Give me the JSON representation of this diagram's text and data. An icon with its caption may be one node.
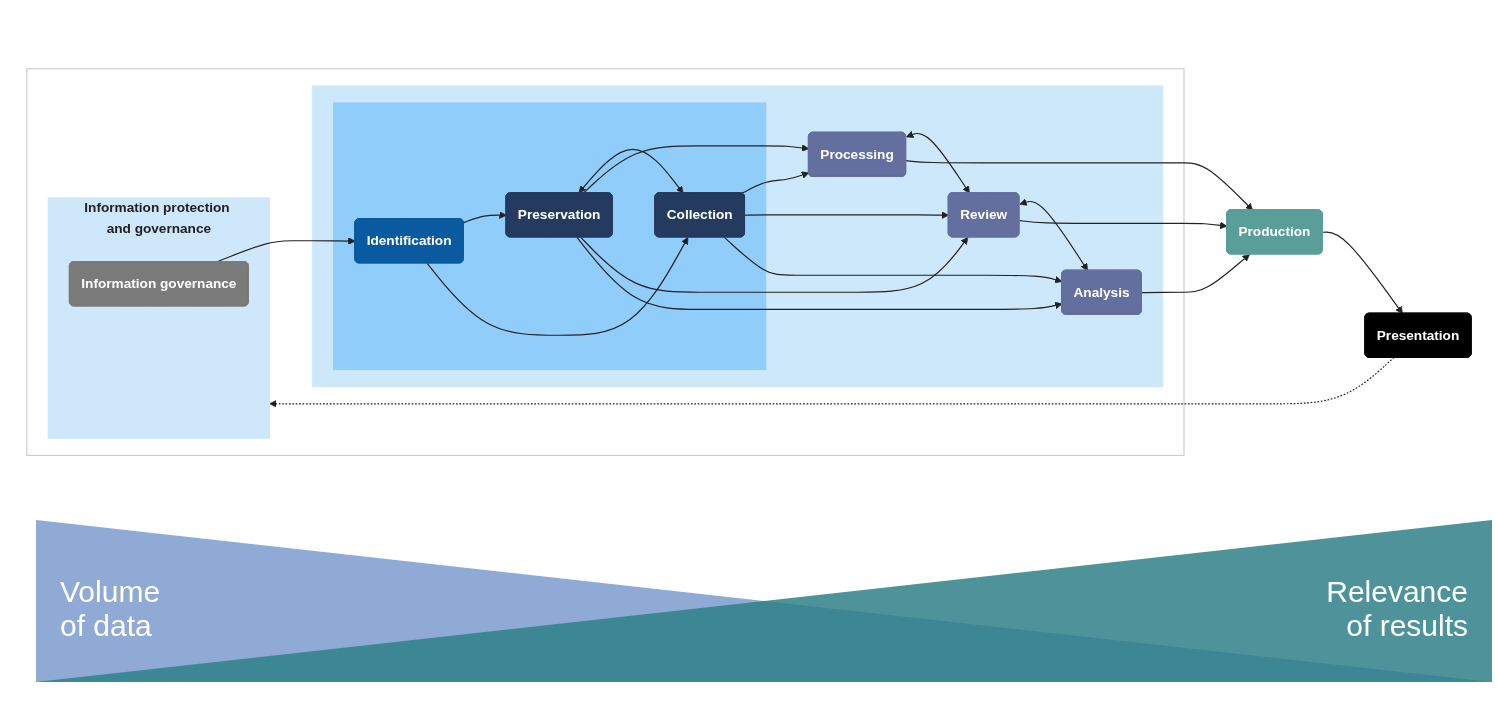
{
  "diagram": {
    "nodes": [
      {
        "text": [],
        "shape": "box"
      },
      {
        "text": [
          "Information protection and governance"
        ],
        "in": 0
      },
      {
        "text": [
          "Information governance"
        ],
        "in": 1
      },
      {
        "text": [],
        "shape": "box",
        "in": 0
      },
      {
        "text": [],
        "shape": "box",
        "in": 3
      },
      {
        "text": [
          "Identification"
        ],
        "in": 4
      },
      {
        "text": [
          "Preservation"
        ],
        "in": 4
      },
      {
        "text": [
          "Collection"
        ],
        "in": 4
      },
      {
        "text": [
          "Processing"
        ],
        "in": 3
      },
      {
        "text": [
          "Review"
        ],
        "in": 3
      },
      {
        "text": [
          "Analysis"
        ],
        "in": 3
      },
      {
        "text": [
          "Production"
        ]
      },
      {
        "text": [
          "Presentation"
        ]
      }
    ],
    "edges": [
      {
        "from": 2,
        "to": 5,
        "arrow": "to"
      },
      {
        "from": 5,
        "to": 6,
        "arrow": "to"
      },
      {
        "from": 5,
        "to": 7,
        "arrow": "to"
      },
      {
        "from": 6,
        "to": 7,
        "arrow": "both"
      },
      {
        "from": 6,
        "to": 8,
        "arrow": "to"
      },
      {
        "from": 6,
        "to": 9,
        "arrow": "to"
      },
      {
        "from": 6,
        "to": 10,
        "arrow": "to"
      },
      {
        "from": 7,
        "to": 8,
        "arrow": "to"
      },
      {
        "from": 7,
        "to": 9,
        "arrow": "to"
      },
      {
        "from": 7,
        "to": 10,
        "arrow": "to"
      },
      {
        "from": 8,
        "to": 9,
        "arrow": "both"
      },
      {
        "from": 9,
        "to": 10,
        "arrow": "both"
      },
      {
        "from": 8,
        "to": 11,
        "arrow": "to"
      },
      {
        "from": 9,
        "to": 11,
        "arrow": "to"
      },
      {
        "from": 10,
        "to": 11,
        "arrow": "to"
      },
      {
        "from": 11,
        "to": 12,
        "arrow": "to"
      },
      {
        "from": 12,
        "to": 1,
        "arrow": "to",
        "style": "dashed"
      }
    ],
    "labels": [
      "Volume of data",
      "Relevance of results"
    ]
  }
}
